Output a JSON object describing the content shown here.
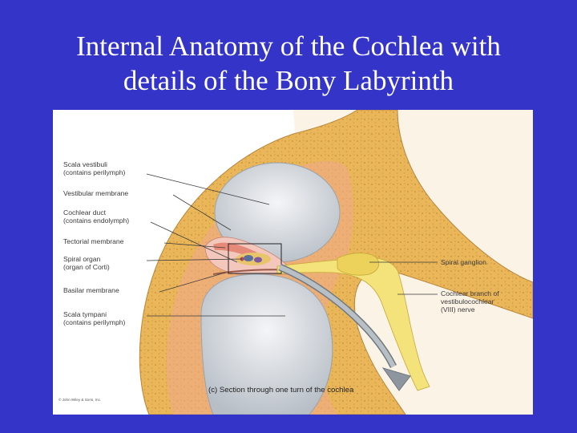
{
  "slide": {
    "title_line1": "Internal Anatomy of the Cochlea with",
    "title_line2": "details of the Bony Labyrinth"
  },
  "figure": {
    "labels_left": [
      {
        "line1": "Scala vestibuli",
        "line2": "(contains perilymph)"
      },
      {
        "line1": "Vestibular membrane",
        "line2": ""
      },
      {
        "line1": "Cochlear duct",
        "line2": "(contains endolymph)"
      },
      {
        "line1": "Tectorial membrane",
        "line2": ""
      },
      {
        "line1": "Spiral organ",
        "line2": "(organ of Corti)"
      },
      {
        "line1": "Basilar membrane",
        "line2": ""
      },
      {
        "line1": "Scala tympani",
        "line2": "(contains perilymph)"
      }
    ],
    "labels_right": [
      {
        "line1": "Spiral ganglion",
        "line2": "",
        "line3": ""
      },
      {
        "line1": "Cochlear branch of",
        "line2": "vestibulocochlear",
        "line3": "(VIII) nerve"
      }
    ],
    "caption": "(c)  Section through one turn of the cochlea",
    "copyright": "© John Wiley & Sons, Inc.",
    "colors": {
      "bone": "#eab65a",
      "bone_dots": "#c98c2e",
      "fluid": "#d9dde2",
      "duct": "#f3c7bc",
      "nerve": "#f4e27a",
      "arrow": "#8d969e"
    }
  }
}
